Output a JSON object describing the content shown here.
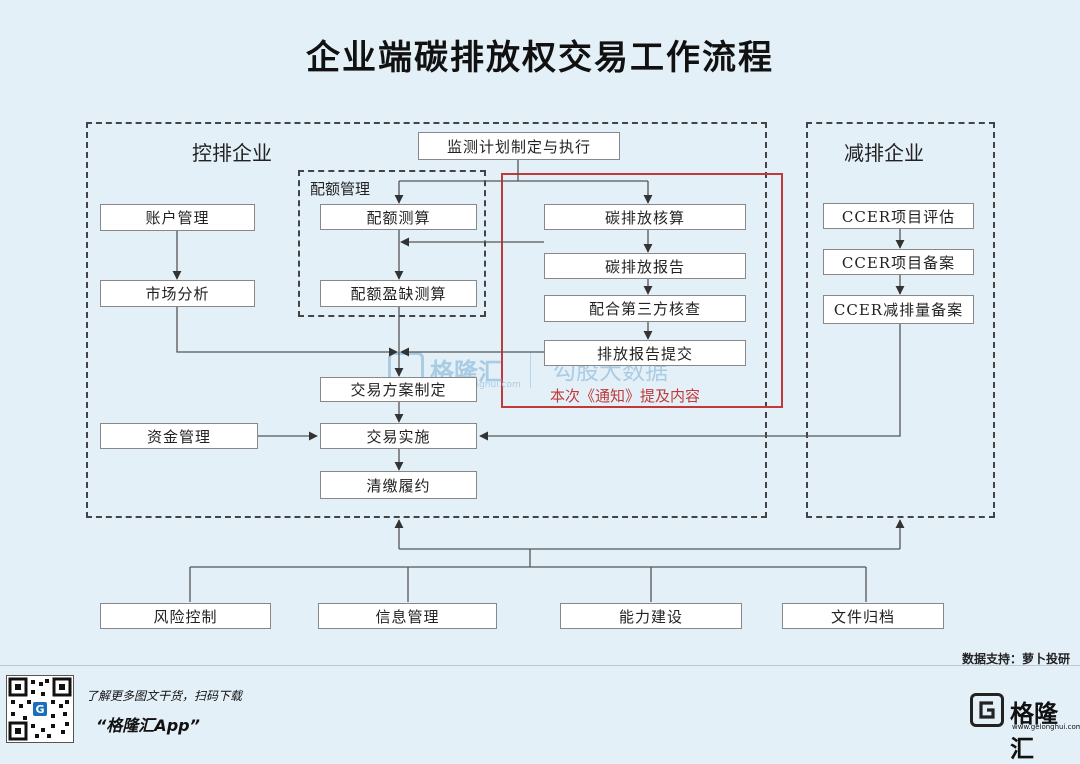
{
  "title": "企业端碳排放权交易工作流程",
  "groups": {
    "emitter": "控排企业",
    "quota": "配额管理",
    "reducer": "减排企业"
  },
  "boxes": {
    "monitoring": "监测计划制定与执行",
    "account": "账户管理",
    "market": "市场分析",
    "quota_calc": "配额测算",
    "quota_gap": "配额盈缺测算",
    "carbon_accounting": "碳排放核算",
    "carbon_report": "碳排放报告",
    "third_party": "配合第三方核查",
    "report_submit": "排放报告提交",
    "trade_plan": "交易方案制定",
    "funds": "资金管理",
    "trade_exec": "交易实施",
    "settlement": "清缴履约",
    "ccer_eval": "CCER项目评估",
    "ccer_filing": "CCER项目备案",
    "ccer_reduction": "CCER减排量备案",
    "risk": "风险控制",
    "info": "信息管理",
    "capacity": "能力建设",
    "archive": "文件归档"
  },
  "highlight_note": "本次《通知》提及内容",
  "watermark": {
    "name": "格隆汇",
    "url": "www.gelonghui.com",
    "tagline": "勾股大数据"
  },
  "source": "数据支持：萝卜投研",
  "footer": {
    "line1": "了解更多图文干货，扫码下载",
    "line2": "“格隆汇App”",
    "brand": "格隆汇",
    "brand_url": "www.gelonghui.com"
  },
  "colors": {
    "background": "#e4f0f8",
    "highlight": "#c0393b",
    "watermark": "#a9cce3"
  }
}
